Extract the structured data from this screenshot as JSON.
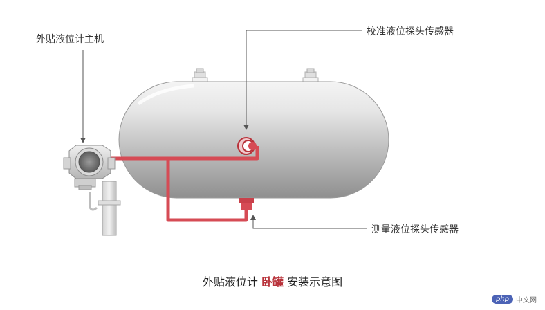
{
  "labels": {
    "host": "外贴液位计主机",
    "calibration_sensor": "校准液位探头传感器",
    "measurement_sensor": "测量液位探头传感器"
  },
  "caption": {
    "prefix": "外贴液位计 ",
    "accent": "卧罐",
    "suffix": " 安装示意图"
  },
  "watermark": {
    "badge": "php",
    "text": "中文网"
  },
  "colors": {
    "accent": "#b8323a",
    "pipe": "#d64b55",
    "tank_light": "#f2f2f2",
    "tank_dark": "#8e8e8e"
  }
}
